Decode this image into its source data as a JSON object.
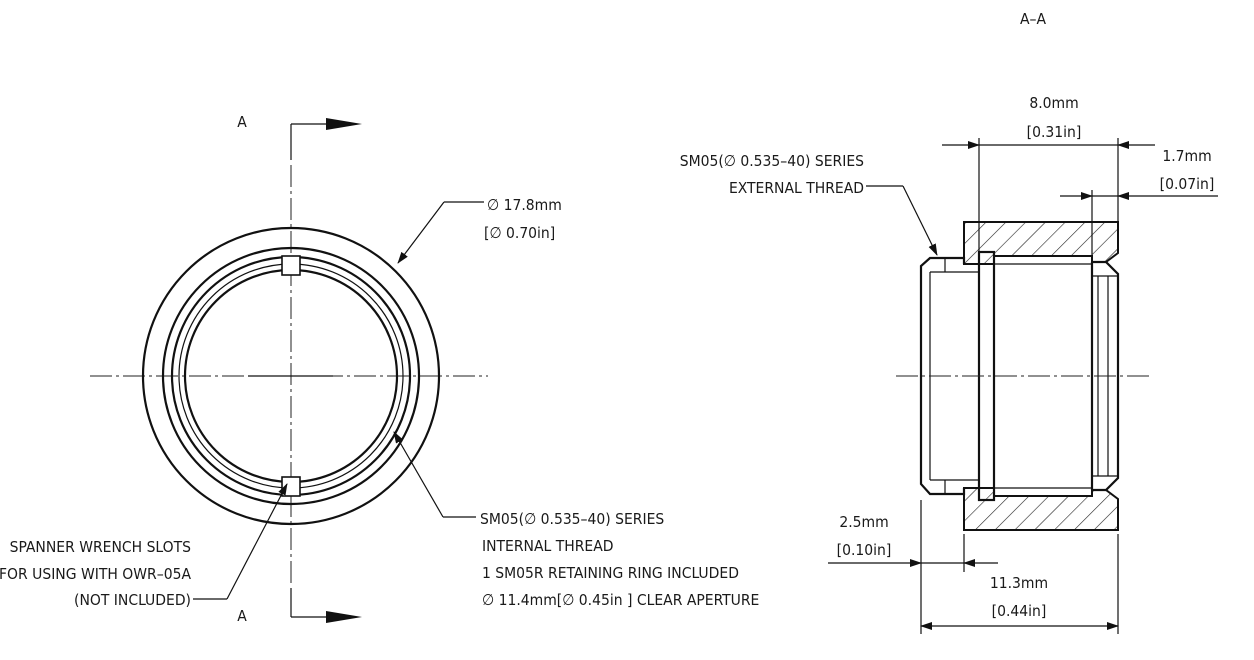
{
  "section_label": "A–A",
  "cut_marks": {
    "top": "A",
    "bottom": "A"
  },
  "front_view": {
    "outer_diameter": {
      "mm": "∅ 17.8mm",
      "in": "[∅ 0.70in]"
    },
    "internal_thread": {
      "line1": "SM05(∅ 0.535–40) SERIES",
      "line2": "INTERNAL THREAD",
      "line3": "1 SM05R RETAINING RING INCLUDED",
      "line4": "∅ 11.4mm[∅ 0.45in ] CLEAR APERTURE"
    },
    "spanner": {
      "line1": "SPANNER WRENCH SLOTS",
      "line2": "FOR USING WITH OWR–05A",
      "line3": "(NOT INCLUDED)"
    }
  },
  "section_view": {
    "external_thread": {
      "line1": "SM05(∅ 0.535–40) SERIES",
      "line2": "EXTERNAL THREAD"
    },
    "dim_8": {
      "mm": "8.0mm",
      "in": "[0.31in]"
    },
    "dim_1_7": {
      "mm": "1.7mm",
      "in": "[0.07in]"
    },
    "dim_2_5": {
      "mm": "2.5mm",
      "in": "[0.10in]"
    },
    "dim_11_3": {
      "mm": "11.3mm",
      "in": "[0.44in]"
    }
  }
}
